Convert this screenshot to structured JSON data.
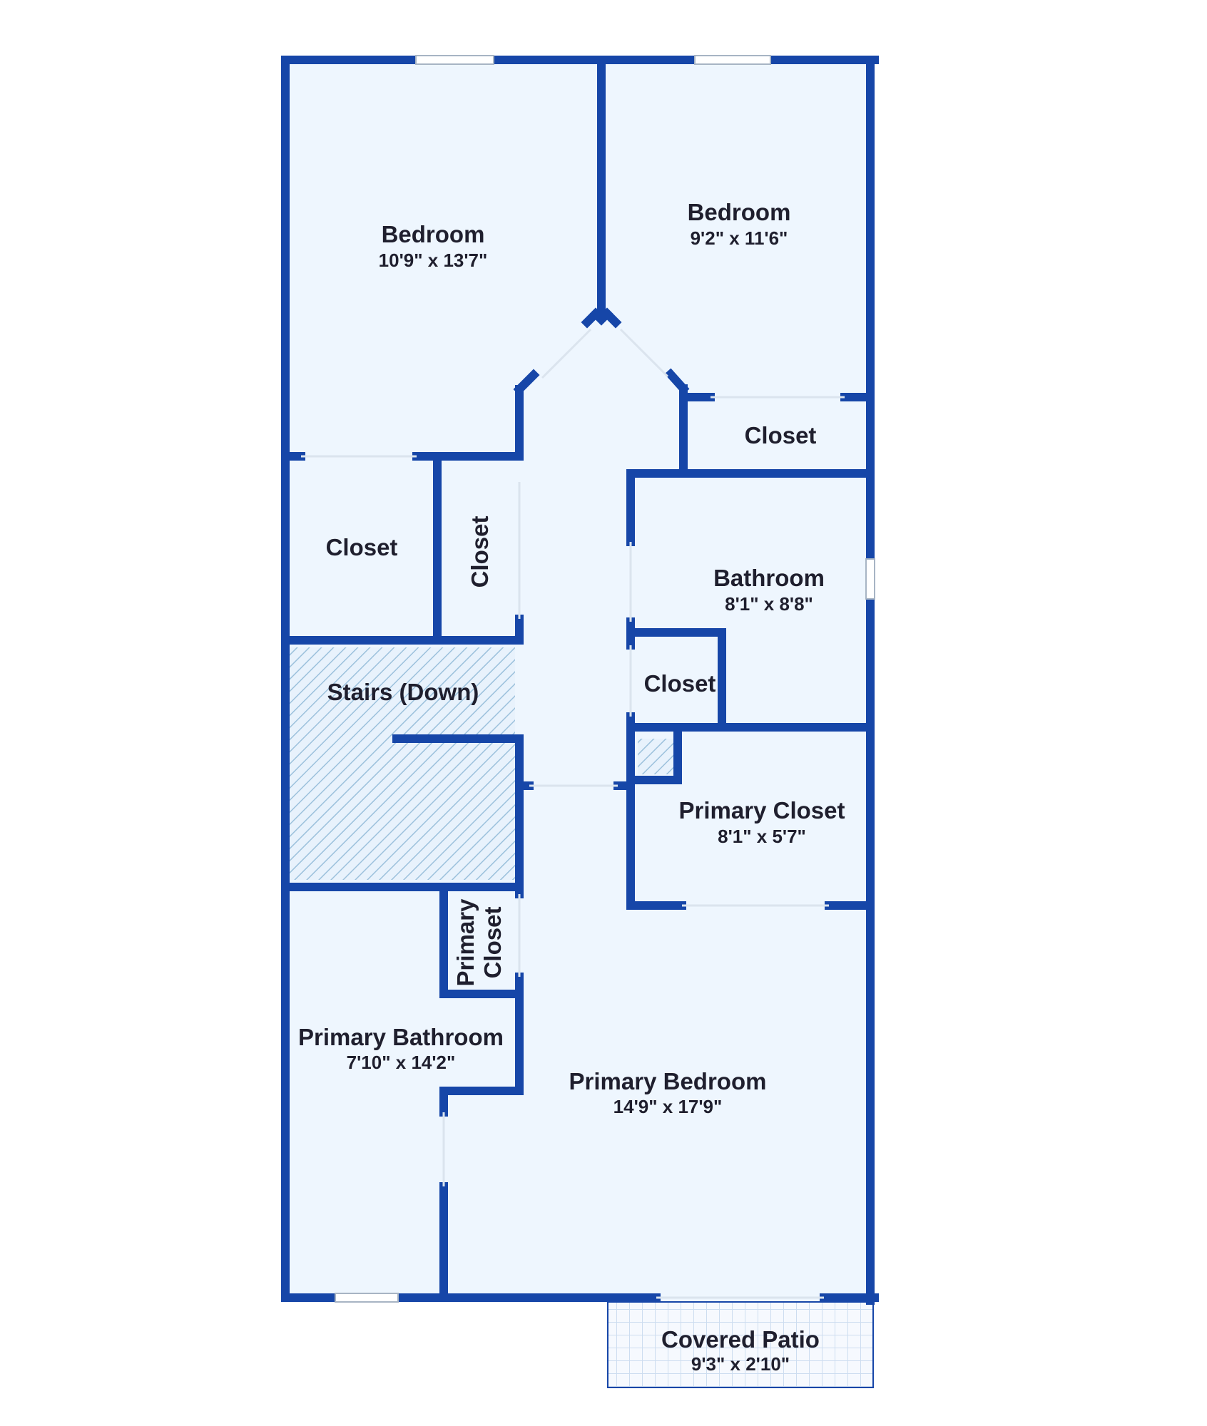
{
  "colors": {
    "wall": "#1646a8",
    "floor": "#eef6fe",
    "stairs_hatch": "#9cc1dc",
    "patio_tile": "#cdddf0",
    "text": "#1f1f2e"
  },
  "rooms": {
    "bedroom_nw": {
      "name": "Bedroom",
      "dims": "10'9\" x 13'7\""
    },
    "bedroom_ne": {
      "name": "Bedroom",
      "dims": "9'2\" x 11'6\""
    },
    "closet_ne": {
      "name": "Closet"
    },
    "closet_w": {
      "name": "Closet"
    },
    "closet_w_vertical": {
      "name": "Closet"
    },
    "bathroom": {
      "name": "Bathroom",
      "dims": "8'1\" x 8'8\""
    },
    "closet_bath": {
      "name": "Closet"
    },
    "stairs": {
      "name": "Stairs (Down)"
    },
    "primary_closet": {
      "name": "Primary Closet",
      "dims": "8'1\" x 5'7\""
    },
    "primary_closet_small": {
      "line1": "Primary",
      "line2": "Closet"
    },
    "primary_bathroom": {
      "name": "Primary Bathroom",
      "dims": "7'10\" x 14'2\""
    },
    "primary_bedroom": {
      "name": "Primary Bedroom",
      "dims": "14'9\" x 17'9\""
    },
    "covered_patio": {
      "name": "Covered Patio",
      "dims": "9'3\" x 2'10\""
    }
  }
}
